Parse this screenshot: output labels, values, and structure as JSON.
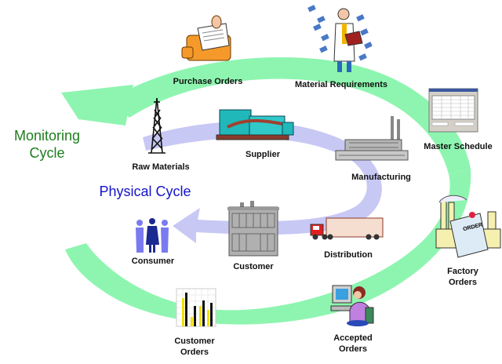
{
  "title_labels": {
    "monitoring_cycle": [
      "Monitoring",
      "Cycle"
    ],
    "physical_cycle": "Physical Cycle"
  },
  "colors": {
    "monitoring_arrow": "#8ef5b0",
    "physical_arrow": "#c8c8f5",
    "monitoring_text": "#1e7d1e",
    "physical_text": "#1414c8"
  },
  "monitoring_cycle_nodes": [
    {
      "id": "purchase-orders",
      "label": "Purchase Orders",
      "icon": "fax-machine-icon"
    },
    {
      "id": "material-requirements",
      "label": "Material Requirements",
      "icon": "scientist-clipboard-icon"
    },
    {
      "id": "master-schedule",
      "label": "Master Schedule",
      "icon": "spreadsheet-window-icon"
    },
    {
      "id": "factory-orders",
      "label": [
        "Factory",
        "Orders"
      ],
      "icon": "factory-order-icon"
    },
    {
      "id": "accepted-orders",
      "label": [
        "Accepted",
        "Orders"
      ],
      "icon": "computer-operator-icon"
    },
    {
      "id": "customer-orders",
      "label": [
        "Customer",
        "Orders"
      ],
      "icon": "bar-chart-icon"
    }
  ],
  "physical_cycle_nodes": [
    {
      "id": "raw-materials",
      "label": "Raw Materials",
      "icon": "oil-derrick-icon"
    },
    {
      "id": "supplier",
      "label": "Supplier",
      "icon": "industrial-plant-icon"
    },
    {
      "id": "manufacturing",
      "label": "Manufacturing",
      "icon": "factory-icon"
    },
    {
      "id": "distribution",
      "label": "Distribution",
      "icon": "truck-icon"
    },
    {
      "id": "customer",
      "label": "Customer",
      "icon": "building-icon"
    },
    {
      "id": "consumer",
      "label": "Consumer",
      "icon": "people-icon"
    }
  ]
}
